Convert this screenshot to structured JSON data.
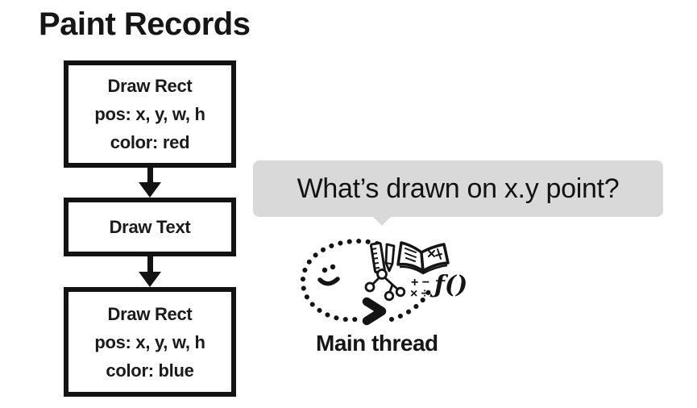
{
  "title": "Paint Records",
  "flowchart": {
    "boxes": [
      {
        "lines": [
          "Draw Rect",
          "pos: x, y, w, h",
          "color: red"
        ]
      },
      {
        "lines": [
          "Draw Text"
        ]
      },
      {
        "lines": [
          "Draw Rect",
          "pos: x, y, w, h",
          "color: blue"
        ]
      }
    ]
  },
  "bubble": {
    "text": "What’s drawn on x.y point?"
  },
  "main_thread": {
    "label": "Main thread",
    "math_row1": "+ −",
    "math_row2": "× ÷",
    "function_text": "ƒ()",
    "icons": [
      "dotted-loop-icon",
      "smiley-face-icon",
      "loop-arrowhead-icon",
      "ruler-icon",
      "pencil-icon",
      "open-book-icon",
      "tree-diagram-icon",
      "math-symbols",
      "function-notation"
    ]
  },
  "colors": {
    "background": "#ffffff",
    "ink": "#141414",
    "bubble_bg": "#d9d9d9"
  }
}
